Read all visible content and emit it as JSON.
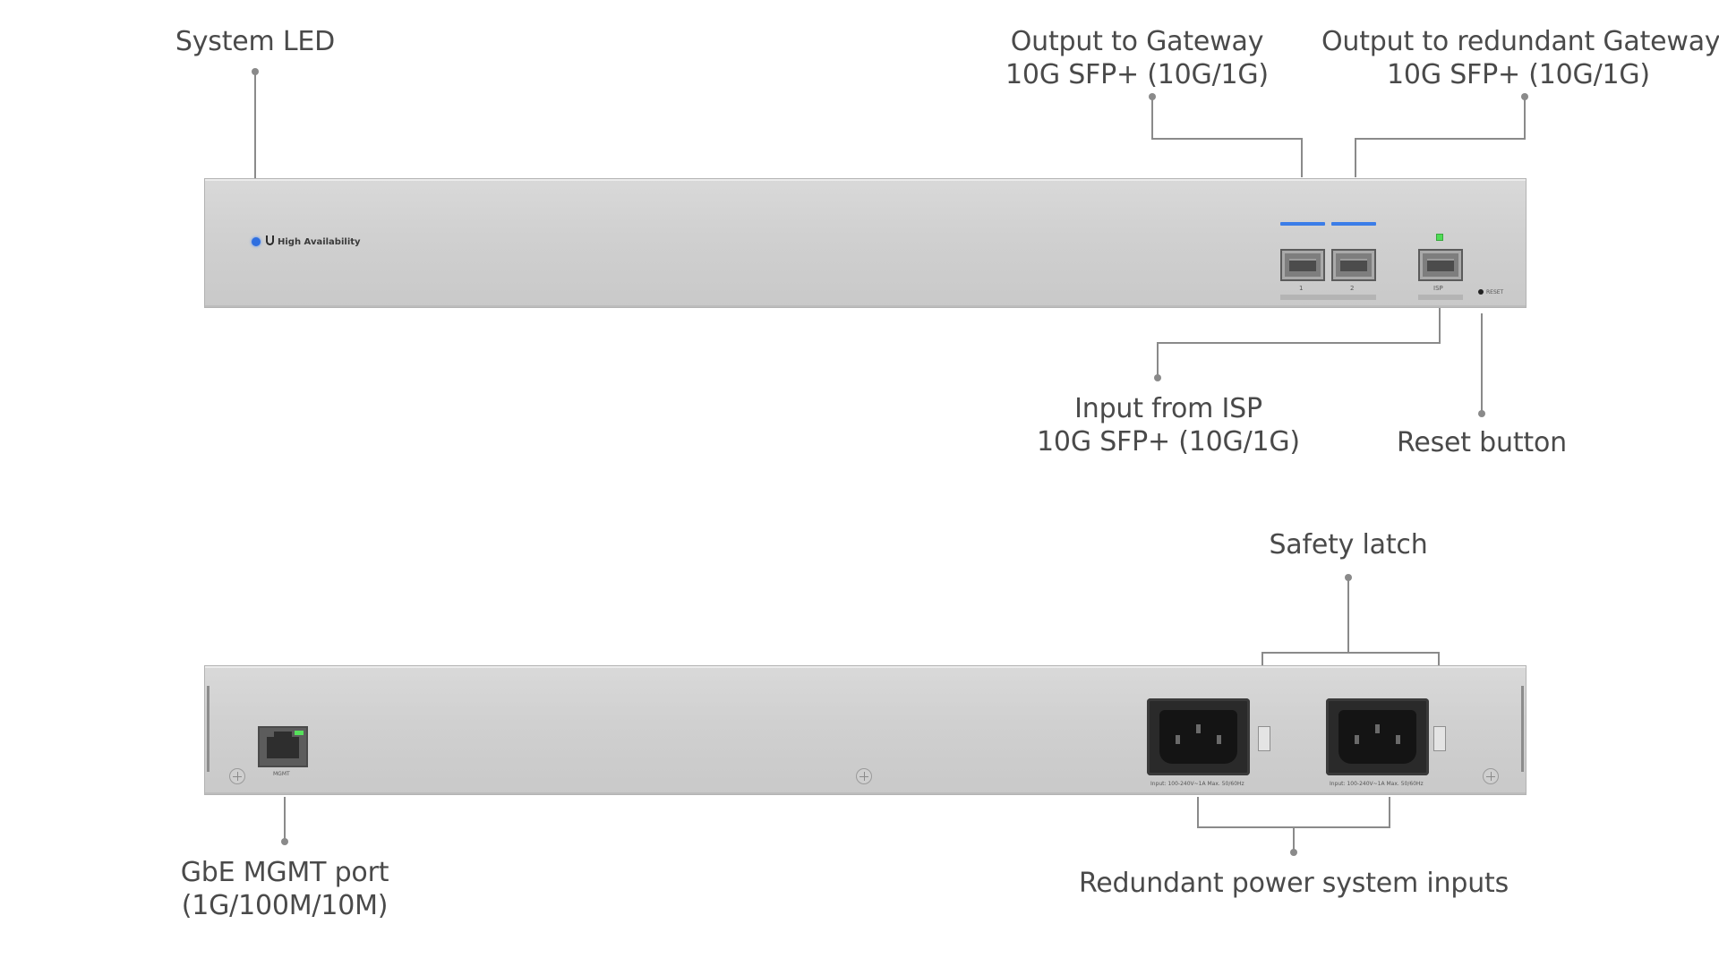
{
  "callouts": {
    "system_led": {
      "lines": [
        "System LED"
      ]
    },
    "output_gateway": {
      "lines": [
        "Output to Gateway",
        "10G SFP+ (10G/1G)"
      ]
    },
    "output_redundant_gateway": {
      "lines": [
        "Output to redundant Gateway",
        "10G SFP+ (10G/1G)"
      ]
    },
    "input_isp": {
      "lines": [
        "Input from ISP",
        "10G SFP+ (10G/1G)"
      ]
    },
    "reset_button": {
      "lines": [
        "Reset button"
      ]
    },
    "safety_latch": {
      "lines": [
        "Safety latch"
      ]
    },
    "mgmt_port": {
      "lines": [
        "GbE MGMT port",
        "(1G/100M/10M)"
      ]
    },
    "power_inputs": {
      "lines": [
        "Redundant power system inputs"
      ]
    }
  },
  "front_panel": {
    "brand_text": "High Availability",
    "port_labels": [
      "1",
      "2",
      "ISP"
    ],
    "reset_label": "RESET"
  },
  "rear_panel": {
    "mgmt_label": "MGMT",
    "power_rating": "Input: 100-240V~1A Max. 50/60Hz"
  },
  "colors": {
    "status_led_blue": "#2f6fe0",
    "link_led_green": "#4fdc55",
    "panel_gray": "#d0d0d0",
    "callout_line": "#8a8a8a"
  }
}
